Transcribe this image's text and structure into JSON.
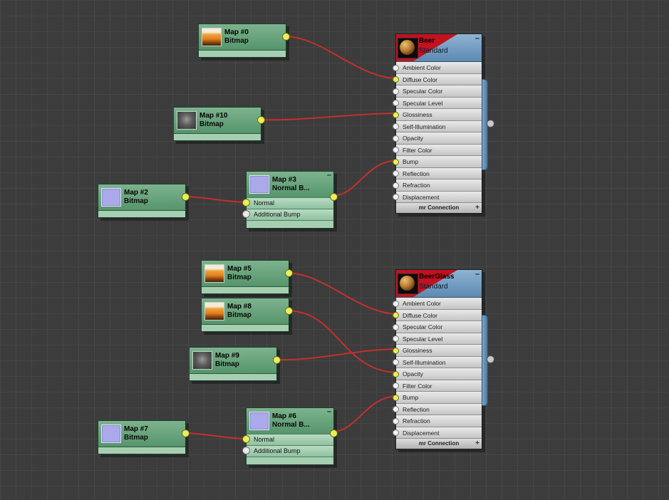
{
  "app": "Slate Material Editor - node view",
  "wire_color": "#c4302b",
  "minimize_glyph": "–",
  "expand_glyph": "+",
  "footer_label": "mr Connection",
  "slot_labels": [
    "Ambient Color",
    "Diffuse Color",
    "Specular Color",
    "Specular Level",
    "Glossiness",
    "Self-Illumination",
    "Opacity",
    "Filter Color",
    "Bump",
    "Reflection",
    "Refraction",
    "Displacement"
  ],
  "nodes": {
    "map0": {
      "title": "Map #0",
      "subtitle": "Bitmap"
    },
    "map10": {
      "title": "Map #10",
      "subtitle": "Bitmap"
    },
    "map2": {
      "title": "Map #2",
      "subtitle": "Bitmap"
    },
    "nb3": {
      "title": "Map #3",
      "subtitle": "Normal B...",
      "inputs": [
        "Normal",
        "Additional Bump"
      ]
    },
    "beer": {
      "title": "Beer",
      "subtitle": "Standard"
    },
    "map5": {
      "title": "Map #5",
      "subtitle": "Bitmap"
    },
    "map8": {
      "title": "Map #8",
      "subtitle": "Bitmap"
    },
    "map9": {
      "title": "Map #9",
      "subtitle": "Bitmap"
    },
    "map7": {
      "title": "Map #7",
      "subtitle": "Bitmap"
    },
    "nb6": {
      "title": "Map #6",
      "subtitle": "Normal B...",
      "inputs": [
        "Normal",
        "Additional Bump"
      ]
    },
    "beerglass": {
      "title": "BeerGlass",
      "subtitle": "Standard"
    }
  },
  "connections": [
    {
      "from": "Map #0",
      "to": "Beer.Diffuse Color"
    },
    {
      "from": "Map #10",
      "to": "Beer.Glossiness"
    },
    {
      "from": "Map #2",
      "to": "Map #3.Normal"
    },
    {
      "from": "Map #3",
      "to": "Beer.Bump"
    },
    {
      "from": "Map #5",
      "to": "BeerGlass.Diffuse Color"
    },
    {
      "from": "Map #8",
      "to": "BeerGlass.Opacity"
    },
    {
      "from": "Map #9",
      "to": "BeerGlass.Glossiness"
    },
    {
      "from": "Map #7",
      "to": "Map #6.Normal"
    },
    {
      "from": "Map #6",
      "to": "BeerGlass.Bump"
    }
  ]
}
